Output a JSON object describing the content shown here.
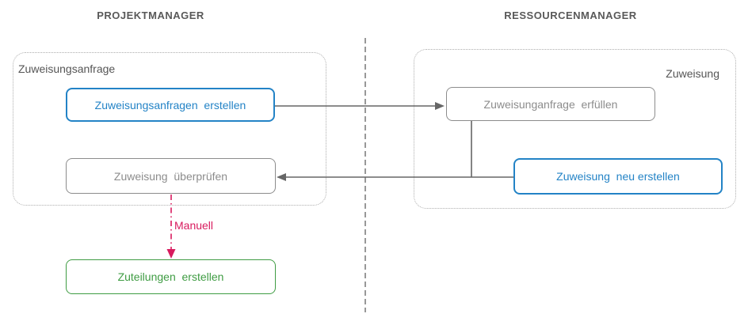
{
  "lanes": [
    {
      "title": "PROJEKTMANAGER"
    },
    {
      "title": "RESSOURCENMANAGER"
    }
  ],
  "groups": [
    {
      "label": "Zuweisungsanfrage"
    },
    {
      "label": "Zuweisung"
    }
  ],
  "nodes": {
    "create_request": {
      "label": "Zuweisungsanfragen  erstellen",
      "color": "#2383c6"
    },
    "fulfill_request": {
      "label": "Zuweisunganfrage  erfüllen",
      "color": "#8c8c8c"
    },
    "review_assignment": {
      "label": "Zuweisung  überprüfen",
      "color": "#8c8c8c"
    },
    "create_new_assignment": {
      "label": "Zuweisung  neu erstellen",
      "color": "#2383c6"
    },
    "create_allocations": {
      "label": "Zuteilungen  erstellen",
      "color": "#3f9c43"
    }
  },
  "edges": {
    "manual_label": "Manuell"
  },
  "colors": {
    "accent-blue": "#2383c6",
    "neutral-gray": "#8c8c8c",
    "success-green": "#3f9c43",
    "manual-red": "#d81b5e",
    "line-gray": "#666666",
    "container-dot": "#adadad",
    "title-gray": "#595959",
    "bg": "#ffffff"
  }
}
